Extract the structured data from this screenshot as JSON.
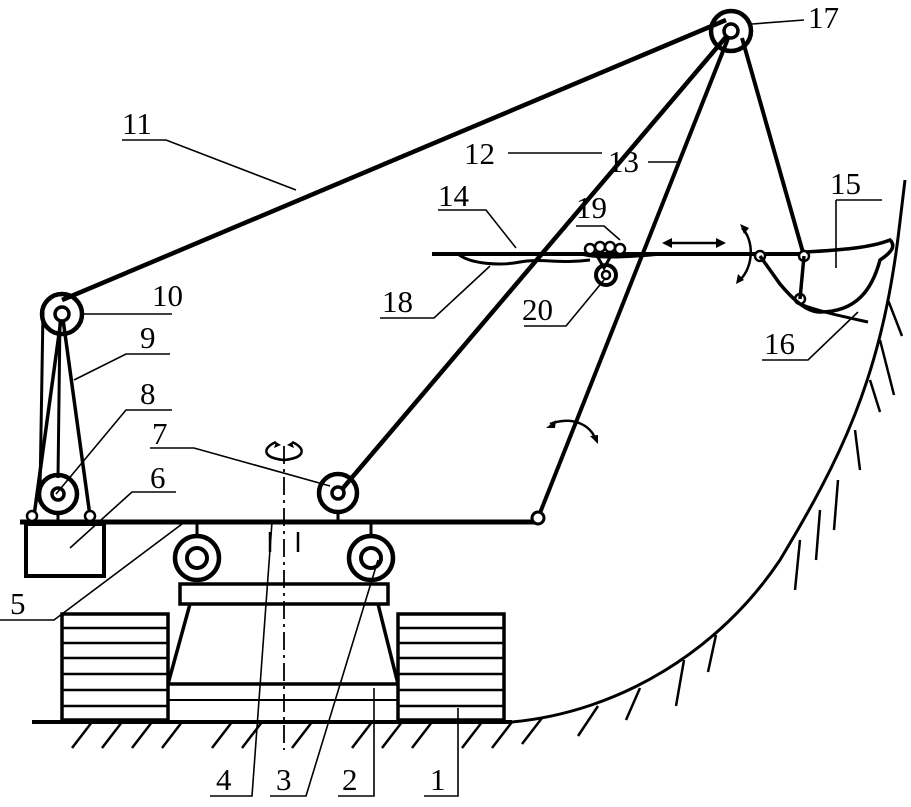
{
  "diagram": {
    "labels": {
      "l1": "1",
      "l2": "2",
      "l3": "3",
      "l4": "4",
      "l5": "5",
      "l6": "6",
      "l7": "7",
      "l8": "8",
      "l9": "9",
      "l10": "10",
      "l11": "11",
      "l12": "12",
      "l13": "13",
      "l14": "14",
      "l15": "15",
      "l16": "16",
      "l17": "17",
      "l18": "18",
      "l19": "19",
      "l20": "20"
    },
    "line_color": "#000000",
    "background": "#ffffff"
  }
}
